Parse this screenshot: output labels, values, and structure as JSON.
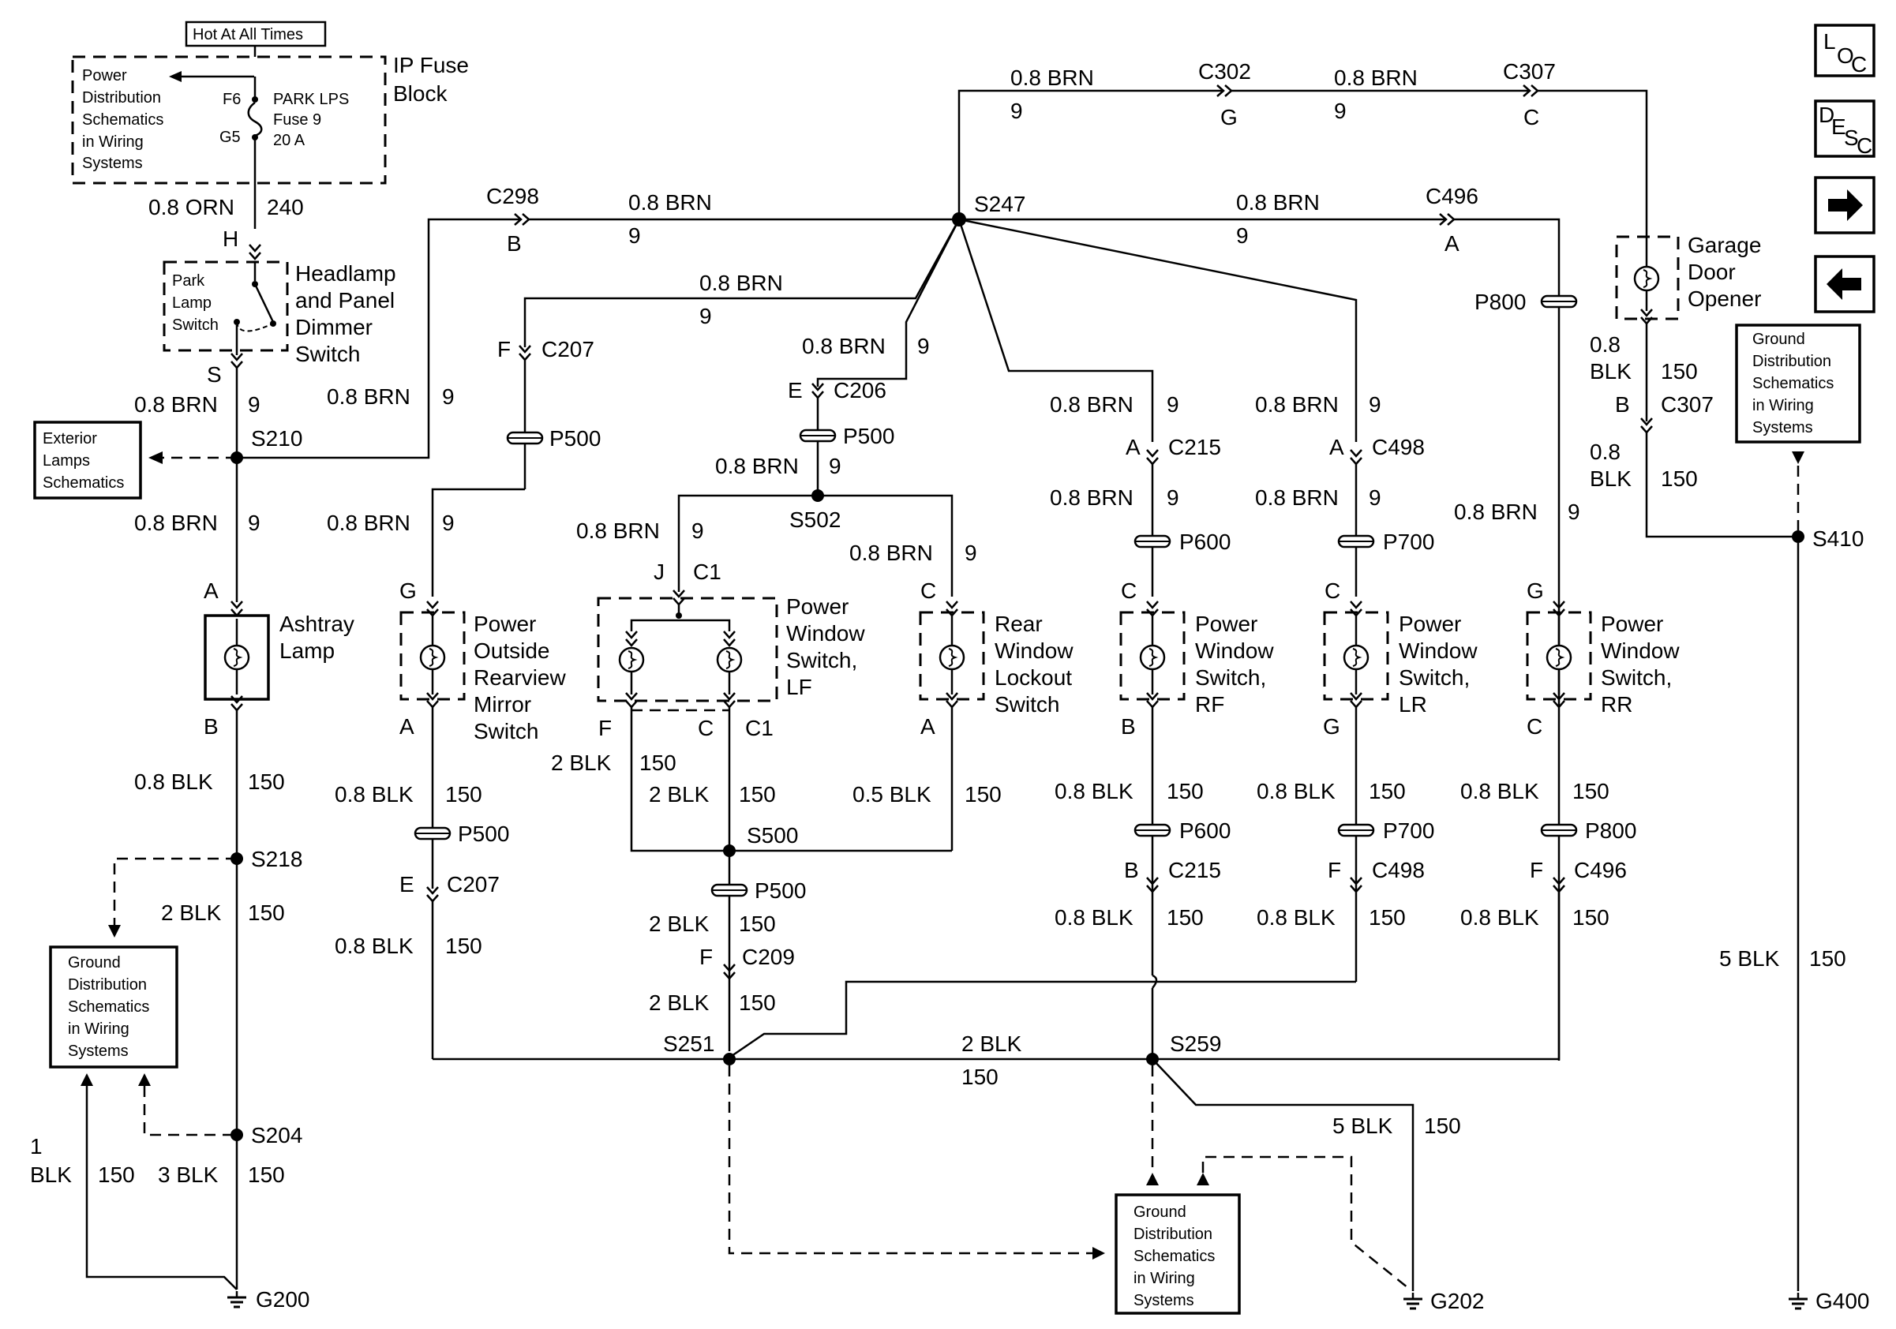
{
  "power_source": {
    "hot": "Hot At All Times",
    "fuse_block": [
      "IP Fuse",
      "Block"
    ],
    "pds_ref": [
      "Power",
      "Distribution",
      "Schematics",
      "in Wiring",
      "Systems"
    ],
    "f6": "F6",
    "g5": "G5",
    "fuse": [
      "PARK LPS",
      "Fuse 9",
      "20 A"
    ],
    "wire_orn": "0.8 ORN",
    "circuit_240": "240"
  },
  "nav_icons": [
    "loc-icon",
    "desc-icon",
    "arrow-right-icon",
    "arrow-left-icon"
  ],
  "nav_text": {
    "loc": [
      "L",
      "O",
      "C"
    ],
    "desc": [
      "D",
      "E",
      "S",
      "C"
    ]
  },
  "components": {
    "headlamp_switch": [
      "Headlamp",
      "and Panel",
      "Dimmer",
      "Switch"
    ],
    "park_lamp_switch": [
      "Park",
      "Lamp",
      "Switch"
    ],
    "exterior_lamps": [
      "Exterior",
      "Lamps",
      "Schematics"
    ],
    "ashtray_lamp": [
      "Ashtray",
      "Lamp"
    ],
    "mirror_switch": [
      "Power",
      "Outside",
      "Rearview",
      "Mirror",
      "Switch"
    ],
    "window_lf": [
      "Power",
      "Window",
      "Switch,",
      "LF"
    ],
    "rear_lockout": [
      "Rear",
      "Window",
      "Lockout",
      "Switch"
    ],
    "window_rf": [
      "Power",
      "Window",
      "Switch,",
      "RF"
    ],
    "window_lr": [
      "Power",
      "Window",
      "Switch,",
      "LR"
    ],
    "window_rr": [
      "Power",
      "Window",
      "Switch,",
      "RR"
    ],
    "garage_door": [
      "Garage",
      "Door",
      "Opener"
    ],
    "ground_ref": [
      "Ground",
      "Distribution",
      "Schematics",
      "in Wiring",
      "Systems"
    ]
  },
  "splices": {
    "s210": "S210",
    "s218": "S218",
    "s204": "S204",
    "s247": "S247",
    "s502": "S502",
    "s500": "S500",
    "s251": "S251",
    "s259": "S259",
    "s410": "S410"
  },
  "grounds": {
    "g200": "G200",
    "g202": "G202",
    "g400": "G400"
  },
  "connectors": {
    "c298": "C298",
    "c302": "C302",
    "c307": "C307",
    "c496": "C496",
    "c207": "C207",
    "c206": "C206",
    "c215": "C215",
    "c498": "C498",
    "c209": "C209",
    "c1": "C1",
    "p500": "P500",
    "p600": "P600",
    "p700": "P700",
    "p800": "P800"
  },
  "pins": {
    "h": "H",
    "s": "S",
    "a": "A",
    "b": "B",
    "c": "C",
    "e": "E",
    "f": "F",
    "g": "G",
    "j": "J"
  },
  "wires": {
    "brn08": "0.8 BRN",
    "blk08": "0.8 BLK",
    "blk05": "0.5 BLK",
    "blk2": "2 BLK",
    "blk3": "3 BLK",
    "blk5": "5 BLK",
    "blk_08": "0.8",
    "blk_word": "BLK",
    "one": "1",
    "c9": "9",
    "c150": "150"
  }
}
